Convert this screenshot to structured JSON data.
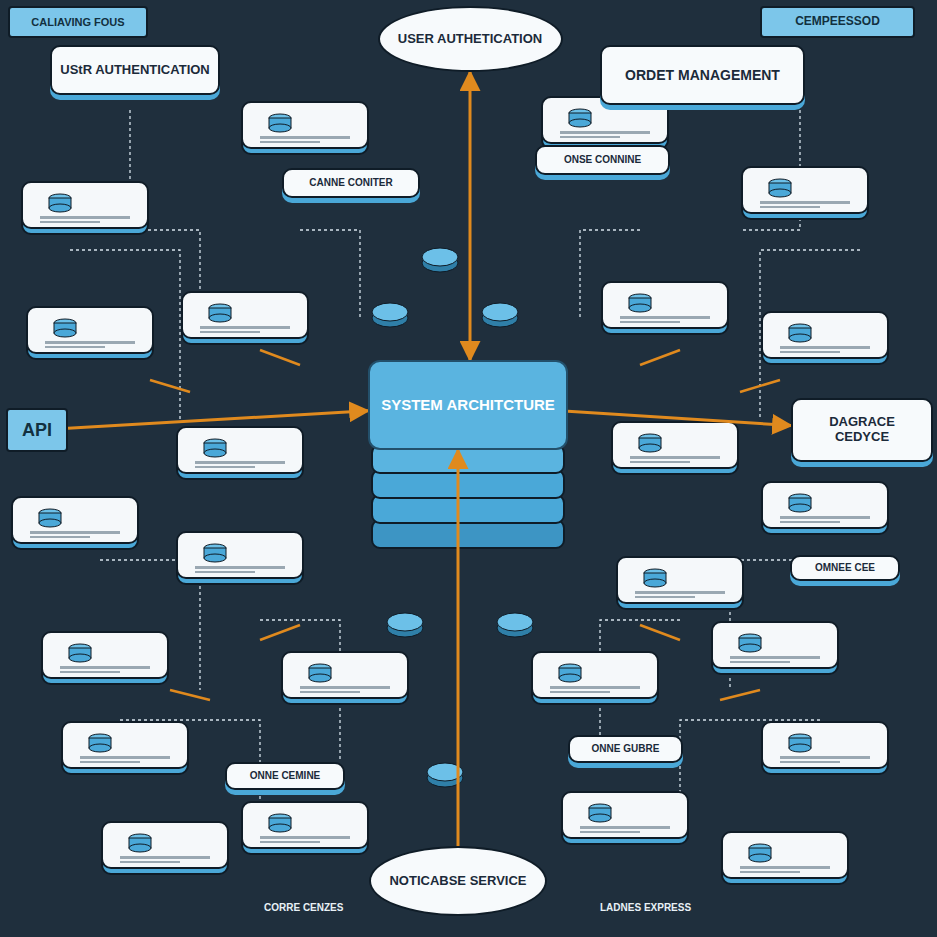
{
  "diagram": {
    "nodes": [
      {
        "text": [
          "USER AUTHETICATION"
        ]
      },
      {
        "text": [
          "UStR AUTHENTICATION"
        ]
      },
      {
        "text": [
          "ORDET MANAGEMENT"
        ]
      },
      {
        "text": [
          "SYSTEM ARCHITCTURE"
        ]
      },
      {
        "text": [
          "API"
        ]
      },
      {
        "text": [
          "DAGRACE CEDYCE"
        ]
      },
      {
        "text": [
          "NOTICABSE SERVICE"
        ]
      },
      {
        "text": [
          "CANNE CONITER"
        ]
      },
      {
        "text": [
          "ONSE CONNINE"
        ]
      },
      {
        "text": [
          "CEMPEESSOD"
        ]
      },
      {
        "text": [
          "CALIAVING FOUS"
        ]
      },
      {
        "text": [
          "OMNEE CEE"
        ]
      },
      {
        "text": [
          "ONNE GUBRE"
        ]
      },
      {
        "text": [
          "ONNE CEMINE"
        ]
      }
    ],
    "edges": [
      {
        "from": 0,
        "to": 3,
        "arrow": "both"
      },
      {
        "from": 6,
        "to": 3,
        "arrow": "to"
      },
      {
        "from": 4,
        "to": 3,
        "arrow": "to"
      },
      {
        "from": 3,
        "to": 5,
        "arrow": "to"
      }
    ],
    "labels": [
      "CORRE CENZES",
      "LADNES EXPRESS"
    ]
  }
}
